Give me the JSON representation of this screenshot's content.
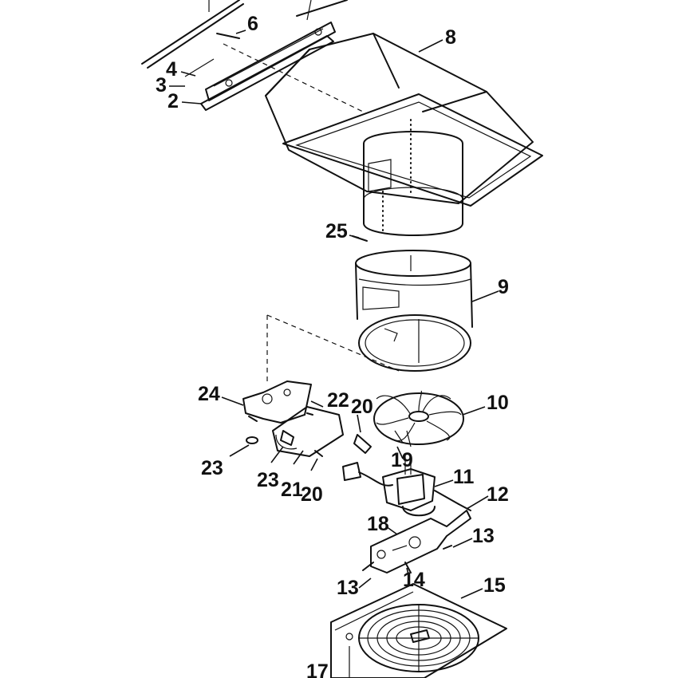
{
  "callouts": {
    "c2": "2",
    "c3": "3",
    "c4": "4",
    "c6": "6",
    "c8": "8",
    "c9": "9",
    "c10": "10",
    "c11": "11",
    "c12": "12",
    "c13a": "13",
    "c13b": "13",
    "c14": "14",
    "c15": "15",
    "c17": "17",
    "c18": "18",
    "c19": "19",
    "c20a": "20",
    "c20b": "20",
    "c21": "21",
    "c22": "22",
    "c23a": "23",
    "c23b": "23",
    "c24": "24",
    "c25": "25"
  }
}
